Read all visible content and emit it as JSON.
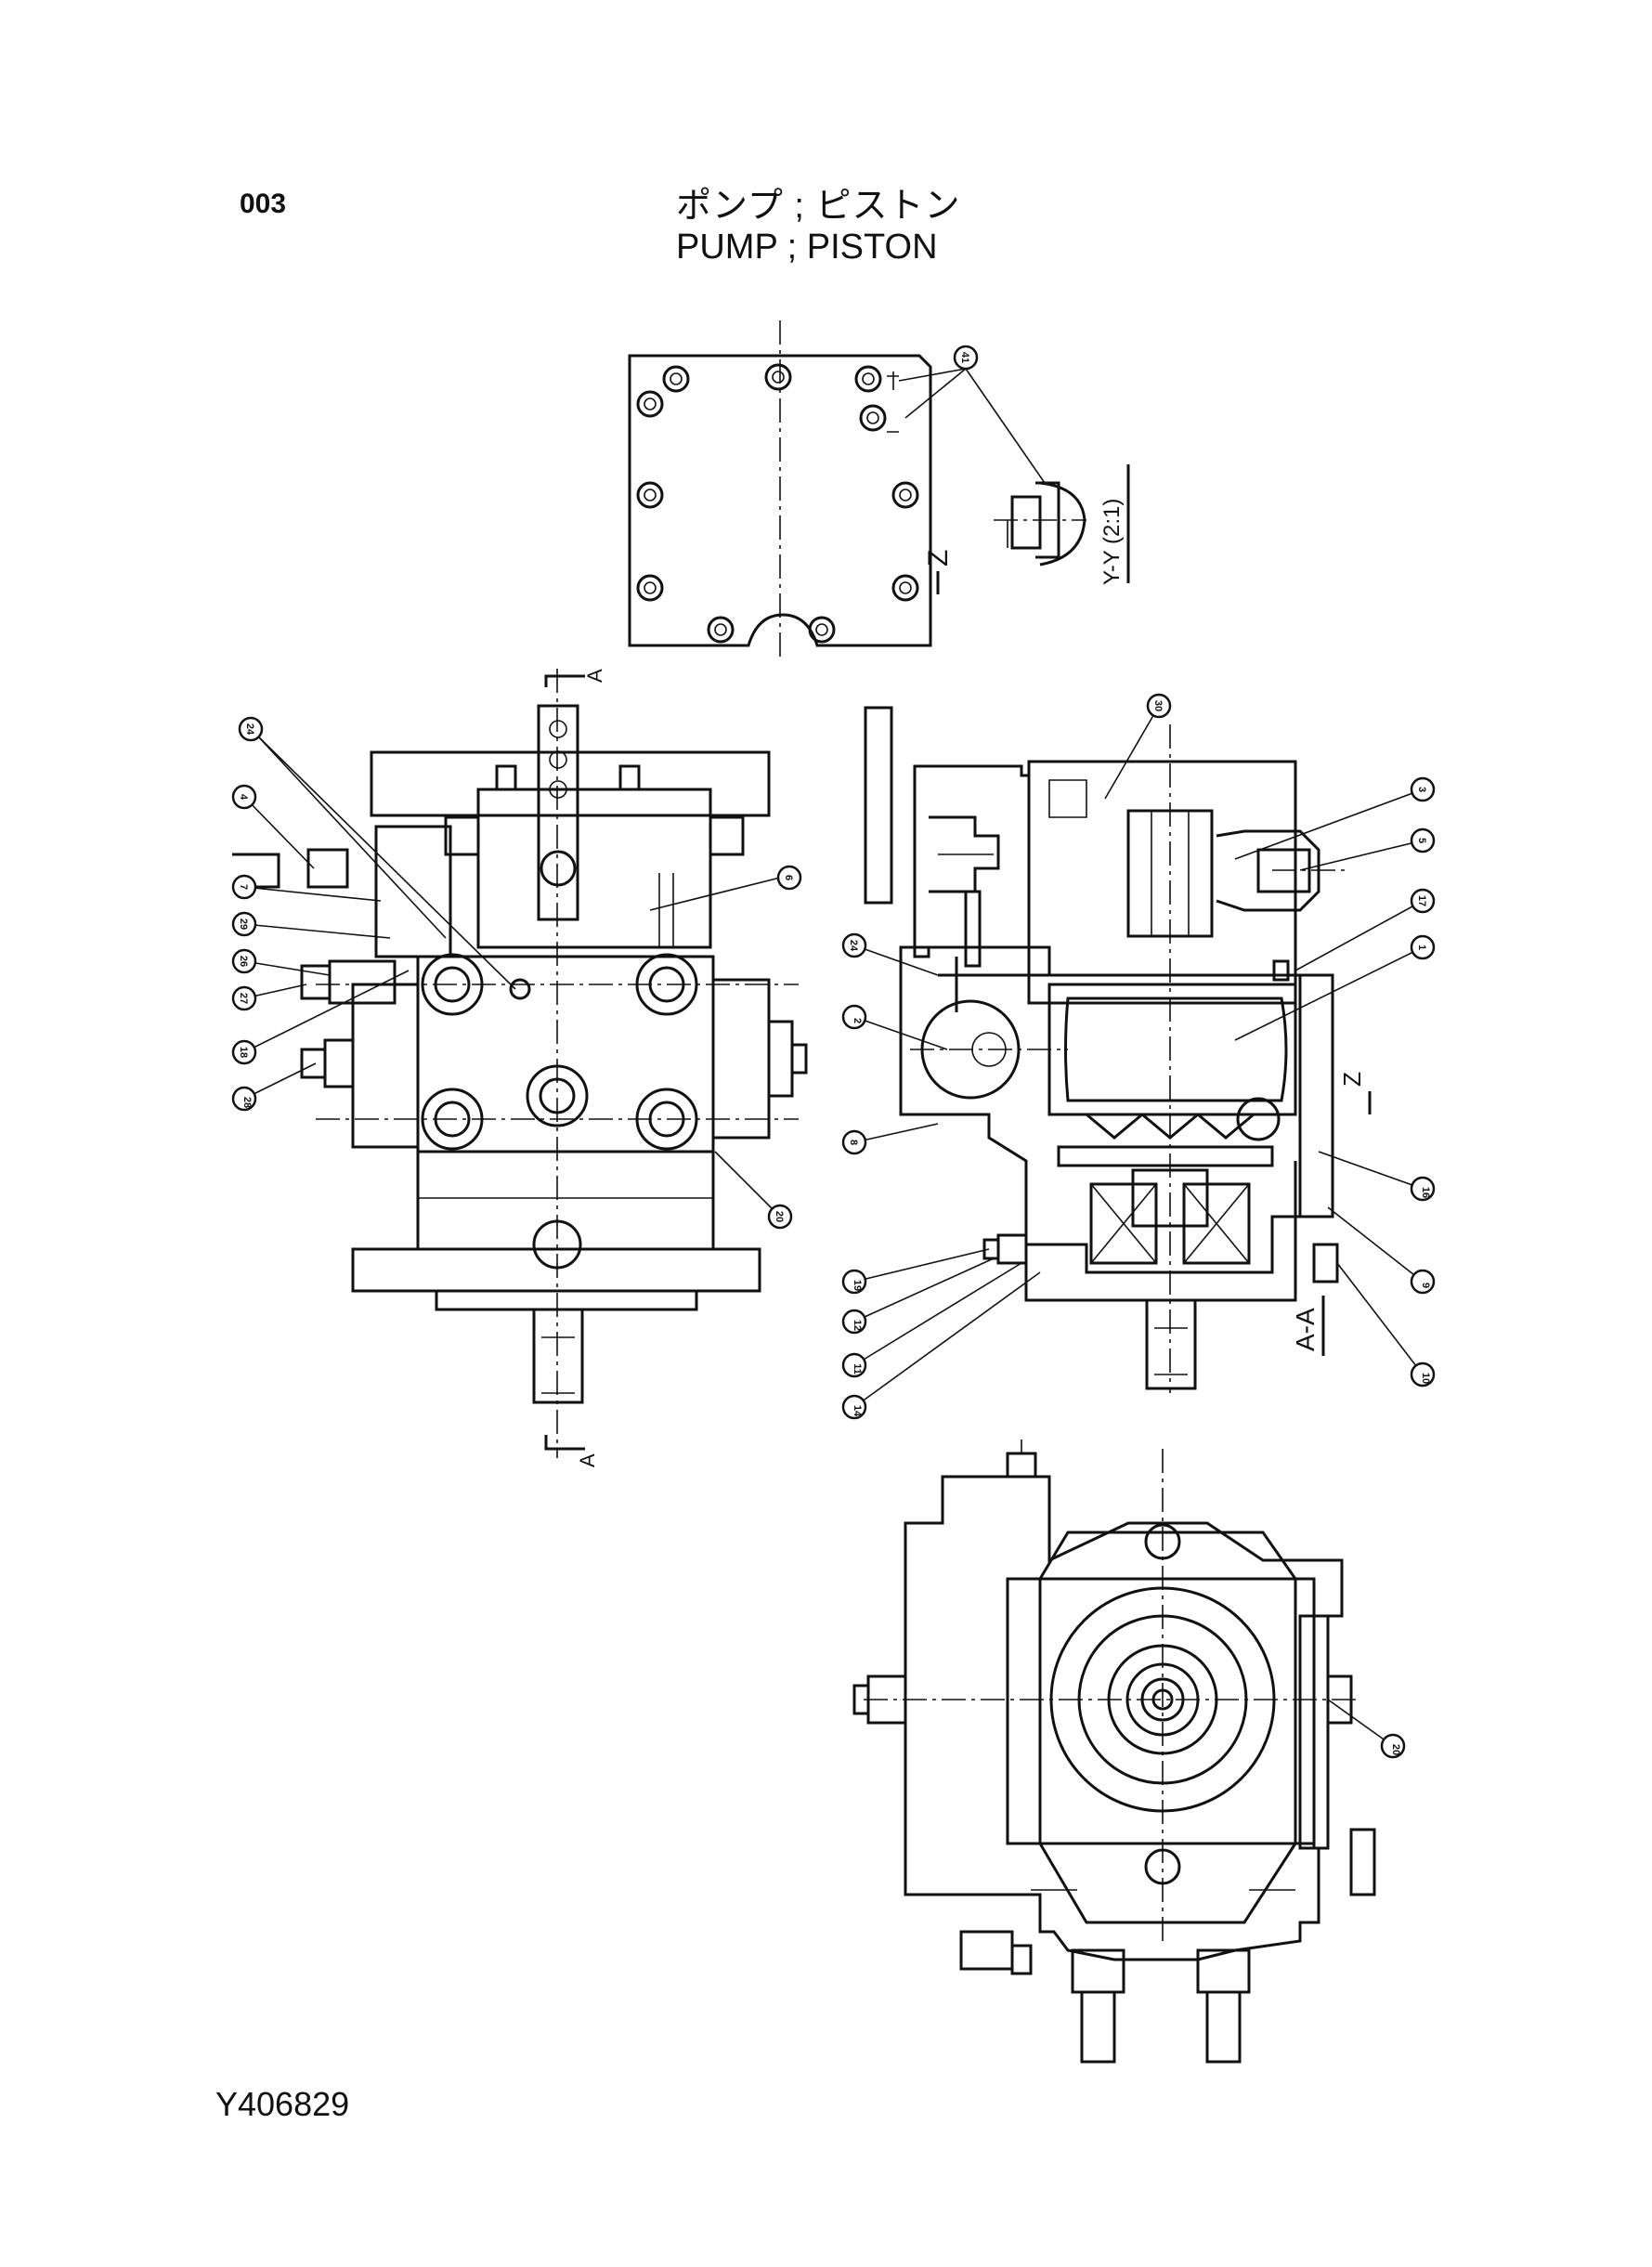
{
  "header": {
    "page_number": "003",
    "title_jp": "ポンプ ; ピストン",
    "title_en": "PUMP  ; PISTON"
  },
  "footer": {
    "drawing_number": "Y406829"
  },
  "views": {
    "top_view_label": "Z",
    "detail_label": "Y-Y (2:1)",
    "section_label": "A-A",
    "section_arrow_label": "A",
    "z_marker": "Z",
    "y_marker": "Y"
  },
  "callouts": {
    "top_view": [
      "41"
    ],
    "left_view": [
      "24",
      "4",
      "7",
      "29",
      "26",
      "27",
      "18",
      "28",
      "6",
      "20"
    ],
    "section_view": [
      "30",
      "3",
      "5",
      "17",
      "1",
      "24",
      "2",
      "8",
      "16",
      "9",
      "10",
      "19",
      "12",
      "11",
      "14"
    ],
    "bottom_view": [
      "20"
    ]
  }
}
